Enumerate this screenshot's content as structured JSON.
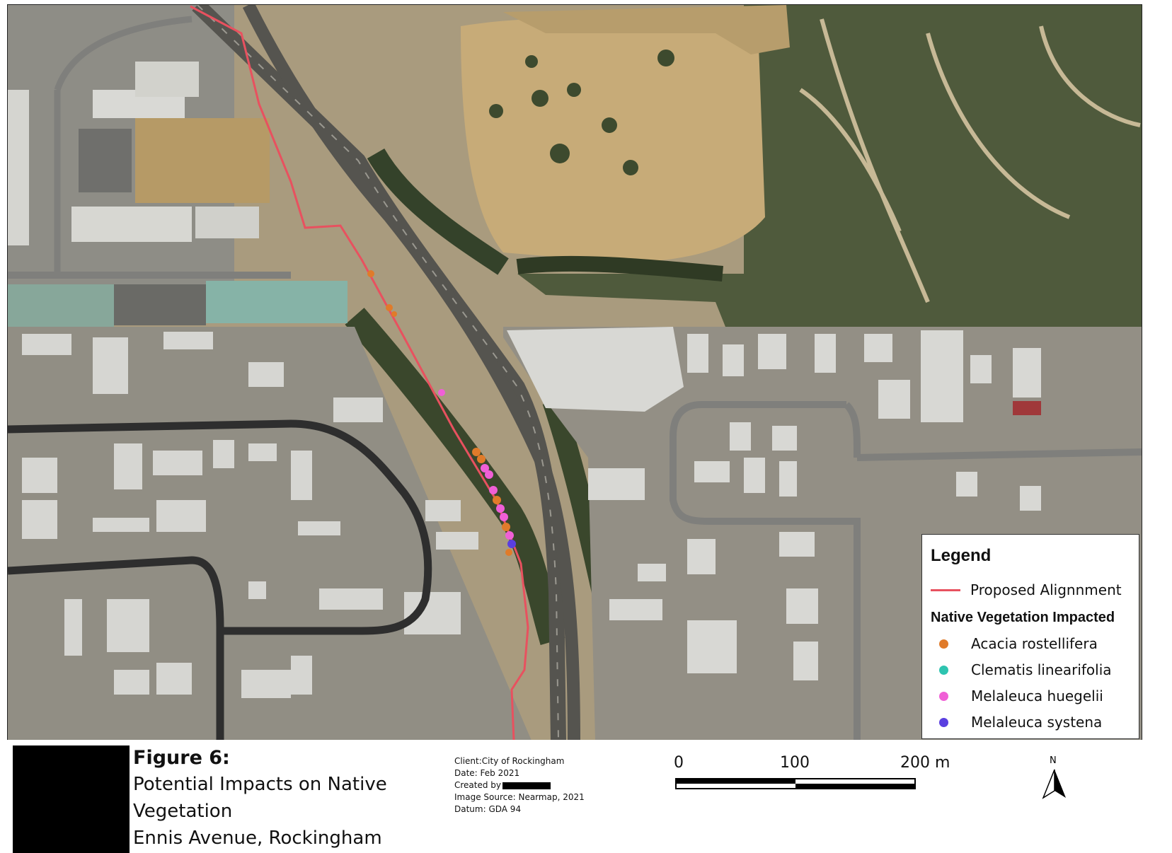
{
  "map": {
    "legend": {
      "title": "Legend",
      "alignment_label": "Proposed Alignnment",
      "alignment_color": "#e8515f",
      "vegetation_heading": "Native Vegetation Impacted",
      "species": [
        {
          "name": "Acacia rostellifera",
          "color": "#e07b2a"
        },
        {
          "name": "Clematis linearifolia",
          "color": "#2ec4b0"
        },
        {
          "name": "Melaleuca huegelii",
          "color": "#f05fd6"
        },
        {
          "name": "Melaleuca systena",
          "color": "#5a3fe0"
        }
      ]
    }
  },
  "figure": {
    "number": "Figure 6:",
    "title_line1": "Potential Impacts on Native",
    "title_line2": "Vegetation",
    "title_line3": "Ennis Avenue, Rockingham"
  },
  "metadata": {
    "client": "Client:City of Rockingham",
    "date": "Date: Feb 2021",
    "created_by": "Created by",
    "image_source": "Image Source: Nearmap, 2021",
    "datum": "Datum: GDA 94"
  },
  "scale": {
    "labels": [
      "0",
      "100",
      "200 m"
    ]
  },
  "north_arrow": {
    "label": "N",
    "icon": "north-arrow-icon"
  }
}
